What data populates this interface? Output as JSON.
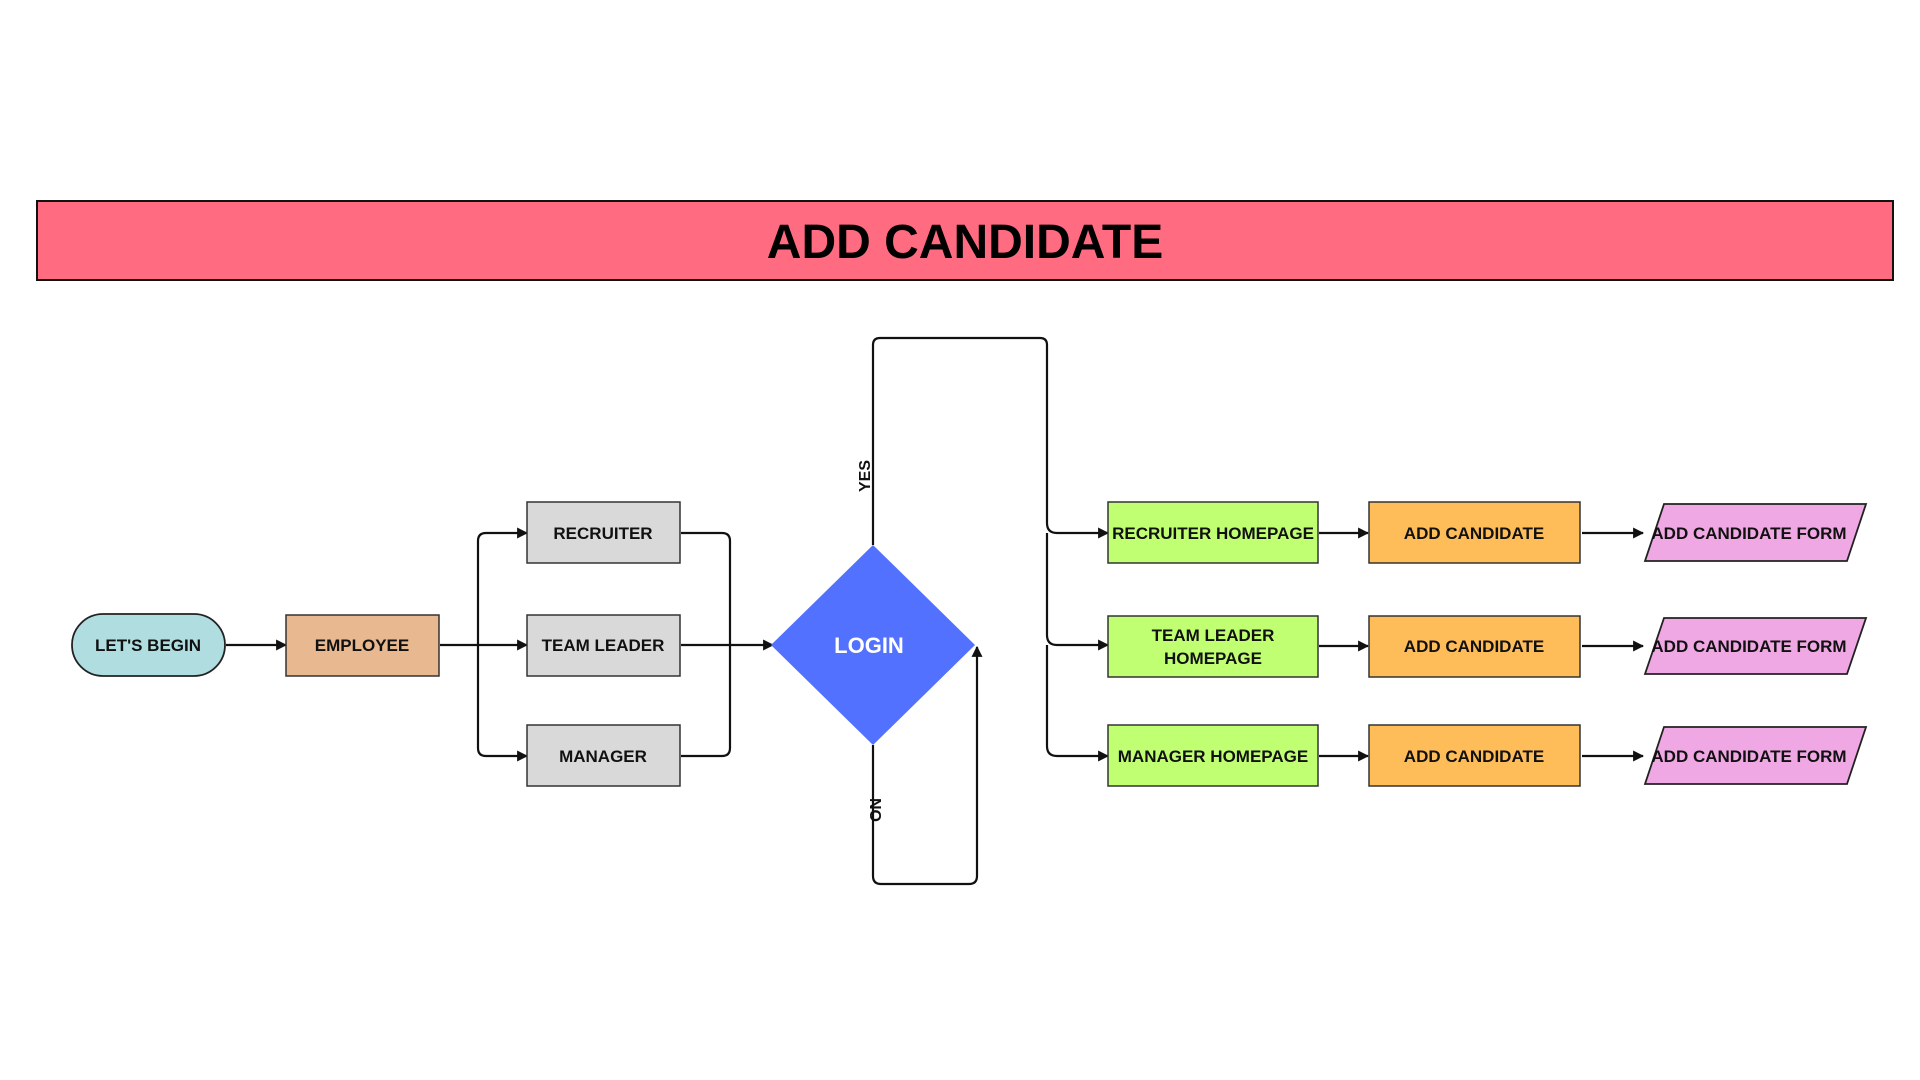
{
  "title": "ADD CANDIDATE",
  "colors": {
    "banner": "#ff6b81",
    "start": "#b0dee0",
    "employee": "#e8b890",
    "role": "#d9d9d9",
    "login": "#5271ff",
    "homepage": "#c1ff72",
    "action": "#ffbd59",
    "form": "#f0a8e4"
  },
  "nodes": {
    "start": "LET'S BEGIN",
    "employee": "EMPLOYEE",
    "recruiter": "RECRUITER",
    "team_leader": "TEAM LEADER",
    "manager": "MANAGER",
    "login": "LOGIN",
    "recruiter_homepage": "RECRUITER HOMEPAGE",
    "team_leader_homepage_line1": "TEAM LEADER",
    "team_leader_homepage_line2": "HOMEPAGE",
    "manager_homepage": "MANAGER HOMEPAGE",
    "add_candidate_1": "ADD CANDIDATE",
    "add_candidate_2": "ADD CANDIDATE",
    "add_candidate_3": "ADD CANDIDATE",
    "form_1": "ADD CANDIDATE  FORM",
    "form_2": "ADD CANDIDATE  FORM",
    "form_3": "ADD CANDIDATE  FORM"
  },
  "edge_labels": {
    "yes": "YES",
    "no": "NO"
  }
}
